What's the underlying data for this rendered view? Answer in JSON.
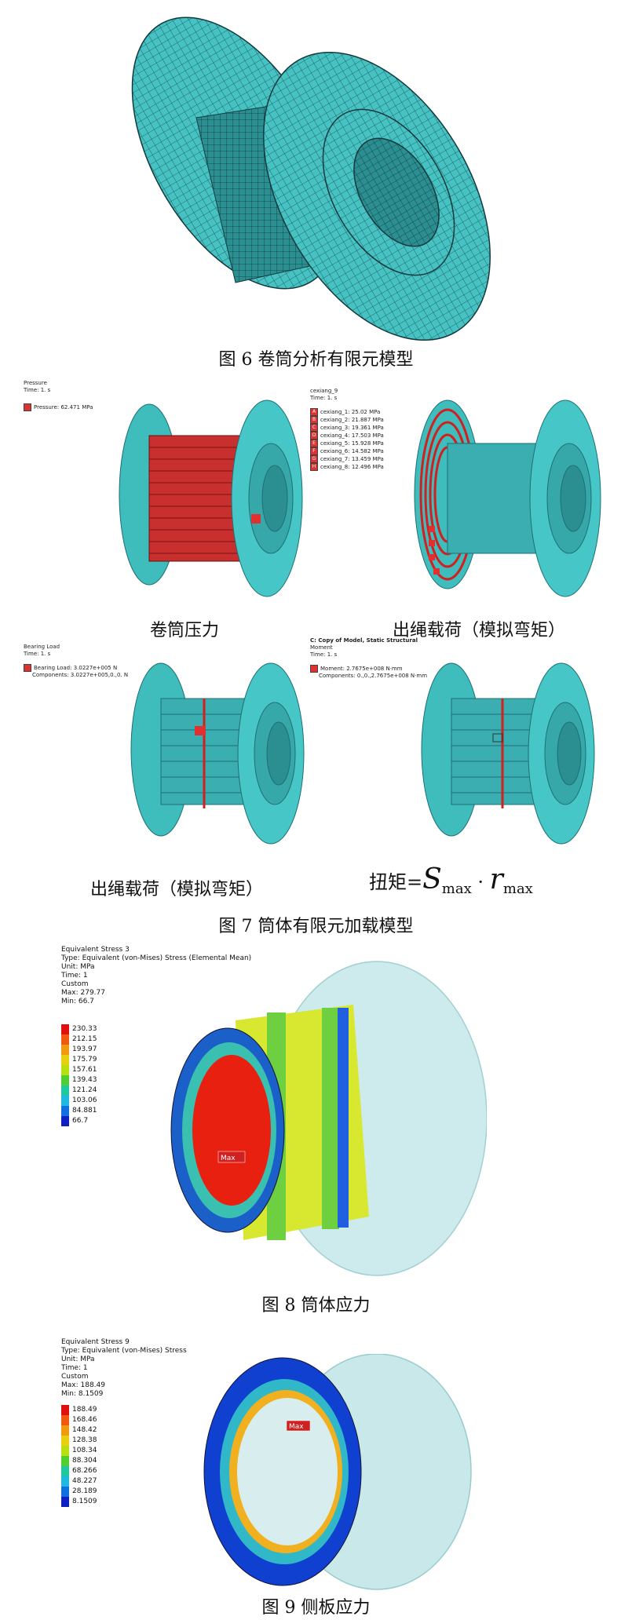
{
  "figure6": {
    "caption": "图 6  卷筒分析有限元模型"
  },
  "figure7": {
    "caption": "图 7  筒体有限元加载模型",
    "panel_a": {
      "title": "Pressure",
      "time": "Time: 1. s",
      "legend": "Pressure: 62.471 MPa",
      "color": "#e03030",
      "subcaption": "卷筒压力"
    },
    "panel_b": {
      "title": "cexiang_9",
      "time": "Time: 1. s",
      "items": [
        {
          "key": "A",
          "label": "cexiang_1: 25.02 MPa"
        },
        {
          "key": "B",
          "label": "cexiang_2: 21.887 MPa"
        },
        {
          "key": "C",
          "label": "cexiang_3: 19.361 MPa"
        },
        {
          "key": "D",
          "label": "cexiang_4: 17.503 MPa"
        },
        {
          "key": "E",
          "label": "cexiang_5: 15.928 MPa"
        },
        {
          "key": "F",
          "label": "cexiang_6: 14.582 MPa"
        },
        {
          "key": "G",
          "label": "cexiang_7: 13.459 MPa"
        },
        {
          "key": "H",
          "label": "cexiang_8: 12.496 MPa"
        }
      ],
      "subcaption": "出绳载荷（模拟弯矩）"
    },
    "panel_c": {
      "title": "Bearing Load",
      "time": "Time: 1. s",
      "legend1": "Bearing Load: 3.0227e+005 N",
      "legend2": "Components: 3.0227e+005,0.,0. N",
      "subcaption": "出绳载荷（模拟弯矩）"
    },
    "panel_d": {
      "header": "C: Copy of Model, Static Structural",
      "title": "Moment",
      "time": "Time: 1. s",
      "legend1": "Moment: 2.7675e+008 N·mm",
      "legend2": "Components: 0.,0.,2.7675e+008 N·mm",
      "torque_prefix": "扭矩=",
      "torque_S": "S",
      "torque_sub1": "max",
      "torque_dot": "·",
      "torque_r": "r",
      "torque_sub2": "max"
    }
  },
  "figure8": {
    "caption": "图 8  筒体应力",
    "head": [
      "Equivalent Stress 3",
      "Type: Equivalent (von-Mises) Stress (Elemental Mean)",
      "Unit: MPa",
      "Time: 1",
      "Custom",
      "Max: 279.77",
      "Min: 66.7"
    ],
    "legend": [
      "230.33",
      "212.15",
      "193.97",
      "175.79",
      "157.61",
      "139.43",
      "121.24",
      "103.06",
      "84.881",
      "66.7"
    ],
    "max_tag": "Max"
  },
  "figure9": {
    "caption": "图 9  侧板应力",
    "head": [
      "Equivalent Stress 9",
      "Type: Equivalent (von-Mises) Stress",
      "Unit: MPa",
      "Time: 1",
      "Custom",
      "Max: 188.49",
      "Min: 8.1509"
    ],
    "legend": [
      "188.49",
      "168.46",
      "148.42",
      "128.38",
      "108.34",
      "88.304",
      "68.266",
      "48.227",
      "28.189",
      "8.1509"
    ],
    "max_tag": "Max"
  },
  "colors": {
    "mesh": "#3fb7b7",
    "mesh_dark": "#1f6f73",
    "scale": [
      "#e01010",
      "#f05a10",
      "#f09a10",
      "#e8d010",
      "#b8e010",
      "#50d030",
      "#20c8a0",
      "#20b8e0",
      "#1070e0",
      "#1020c0"
    ]
  }
}
